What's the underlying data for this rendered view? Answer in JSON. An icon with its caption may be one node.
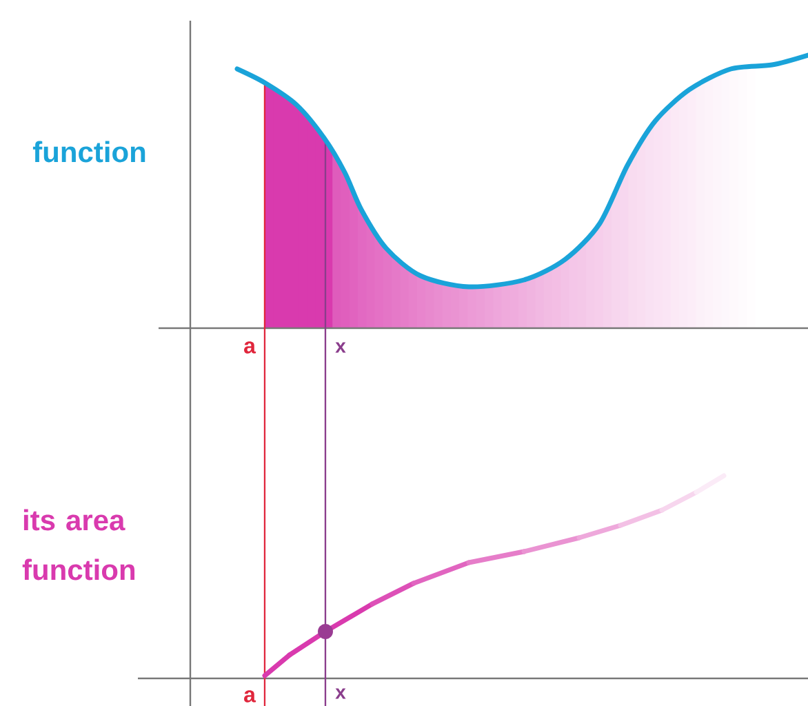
{
  "diagram": {
    "labels": [
      "function",
      "a",
      "x",
      "its area function",
      "a",
      "x"
    ]
  }
}
